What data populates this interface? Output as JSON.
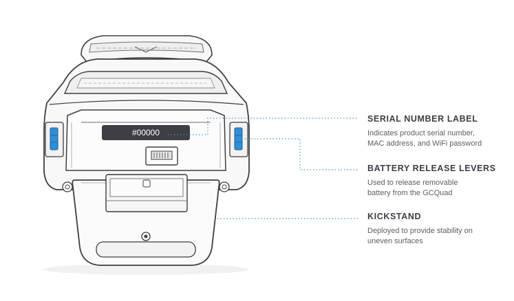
{
  "device": {
    "serial_text": "#00000"
  },
  "colors": {
    "outline": "#3b3d42",
    "accent_blue": "#2f8fd8",
    "leader_line": "#3b95d6",
    "label_plate": "#3d3f44",
    "title_text": "#3a3d44",
    "desc_text": "#5a5d63"
  },
  "callouts": [
    {
      "title": "SERIAL NUMBER LABEL",
      "description_lines": [
        "Indicates product serial number,",
        "MAC address, and WiFi password"
      ]
    },
    {
      "title": "BATTERY RELEASE LEVERS",
      "description_lines": [
        "Used to release removable",
        "battery from the GCQuad"
      ]
    },
    {
      "title": "KICKSTAND",
      "description_lines": [
        "Deployed to provide stability on",
        "uneven surfaces"
      ]
    }
  ]
}
